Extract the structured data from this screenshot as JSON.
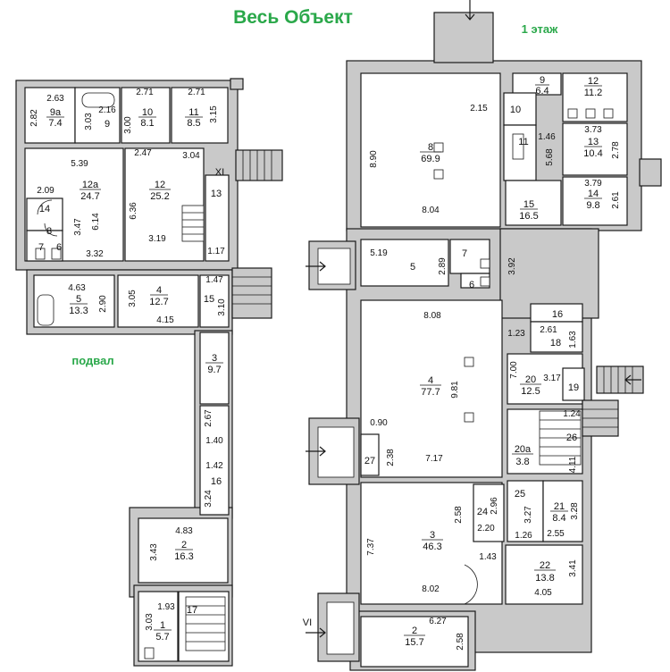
{
  "title": "Весь Объект",
  "level_labels": {
    "floor1": "1 этаж",
    "basement": "подвал"
  },
  "rooms": [
    {
      "id": "b9a",
      "num": "9a",
      "area": "7.4"
    },
    {
      "id": "b9",
      "num": "9",
      "area": ""
    },
    {
      "id": "b10",
      "num": "10",
      "area": "8.1"
    },
    {
      "id": "b11",
      "num": "11",
      "area": "8.5"
    },
    {
      "id": "b12a",
      "num": "12a",
      "area": "24.7"
    },
    {
      "id": "b12",
      "num": "12",
      "area": "25.2"
    },
    {
      "id": "b13",
      "num": "13",
      "area": ""
    },
    {
      "id": "b14",
      "num": "14",
      "area": ""
    },
    {
      "id": "b8",
      "num": "8",
      "area": ""
    },
    {
      "id": "b7",
      "num": "7",
      "area": ""
    },
    {
      "id": "b6",
      "num": "6",
      "area": ""
    },
    {
      "id": "b5",
      "num": "5",
      "area": "13.3"
    },
    {
      "id": "b4",
      "num": "4",
      "area": "12.7"
    },
    {
      "id": "b15",
      "num": "15",
      "area": ""
    },
    {
      "id": "b3",
      "num": "3",
      "area": "9.7"
    },
    {
      "id": "b16",
      "num": "16",
      "area": ""
    },
    {
      "id": "b2",
      "num": "2",
      "area": "16.3"
    },
    {
      "id": "b17",
      "num": "17",
      "area": ""
    },
    {
      "id": "b1",
      "num": "1",
      "area": "5.7"
    },
    {
      "id": "f8",
      "num": "8",
      "area": "69.9"
    },
    {
      "id": "f9",
      "num": "9",
      "area": "6.4"
    },
    {
      "id": "f10",
      "num": "10",
      "area": ""
    },
    {
      "id": "f11",
      "num": "11",
      "area": ""
    },
    {
      "id": "f12",
      "num": "12",
      "area": "11.2"
    },
    {
      "id": "f13",
      "num": "13",
      "area": "10.4"
    },
    {
      "id": "f14",
      "num": "14",
      "area": "9.8"
    },
    {
      "id": "f15",
      "num": "15",
      "area": "16.5"
    },
    {
      "id": "f5",
      "num": "5",
      "area": ""
    },
    {
      "id": "f7",
      "num": "7",
      "area": ""
    },
    {
      "id": "f6",
      "num": "6",
      "area": ""
    },
    {
      "id": "f16",
      "num": "16",
      "area": ""
    },
    {
      "id": "f18",
      "num": "18",
      "area": ""
    },
    {
      "id": "f4",
      "num": "4",
      "area": "77.7"
    },
    {
      "id": "f20",
      "num": "20",
      "area": "12.5"
    },
    {
      "id": "f19",
      "num": "19",
      "area": ""
    },
    {
      "id": "f26",
      "num": "26",
      "area": ""
    },
    {
      "id": "f20a",
      "num": "20a",
      "area": "3.8"
    },
    {
      "id": "f27",
      "num": "27",
      "area": ""
    },
    {
      "id": "f25",
      "num": "25",
      "area": ""
    },
    {
      "id": "f24",
      "num": "24",
      "area": ""
    },
    {
      "id": "f21",
      "num": "21",
      "area": "8.4"
    },
    {
      "id": "f3",
      "num": "3",
      "area": "46.3"
    },
    {
      "id": "f22",
      "num": "22",
      "area": "13.8"
    },
    {
      "id": "f2",
      "num": "2",
      "area": "15.7"
    }
  ],
  "dimensions": [
    "2.63",
    "2.82",
    "2.16",
    "3.03",
    "2.71",
    "3.00",
    "2.71",
    "3.15",
    "5.39",
    "2.47",
    "3.04",
    "2.09",
    "6.14",
    "3.47",
    "6.36",
    "3.19",
    "3.32",
    "1.17",
    "4.63",
    "2.90",
    "3.05",
    "4.15",
    "1.47",
    "3.10",
    "2.67",
    "1.40",
    "1.42",
    "3.24",
    "4.83",
    "3.43",
    "1.93",
    "3.03",
    "2.15",
    "8.90",
    "8.04",
    "1.46",
    "3.73",
    "2.78",
    "5.68",
    "3.79",
    "2.61",
    "5.19",
    "2.89",
    "3.92",
    "8.08",
    "1.23",
    "2.61",
    "1.63",
    "7.00",
    "3.17",
    "9.81",
    "0.90",
    "2.38",
    "7.17",
    "1.24",
    "4.11",
    "2.96",
    "2.58",
    "2.20",
    "3.27",
    "3.28",
    "1.26",
    "2.55",
    "7.37",
    "1.43",
    "3.41",
    "8.02",
    "4.05",
    "6.27",
    "2.58"
  ],
  "axis_marks": [
    "XI",
    "VI"
  ]
}
